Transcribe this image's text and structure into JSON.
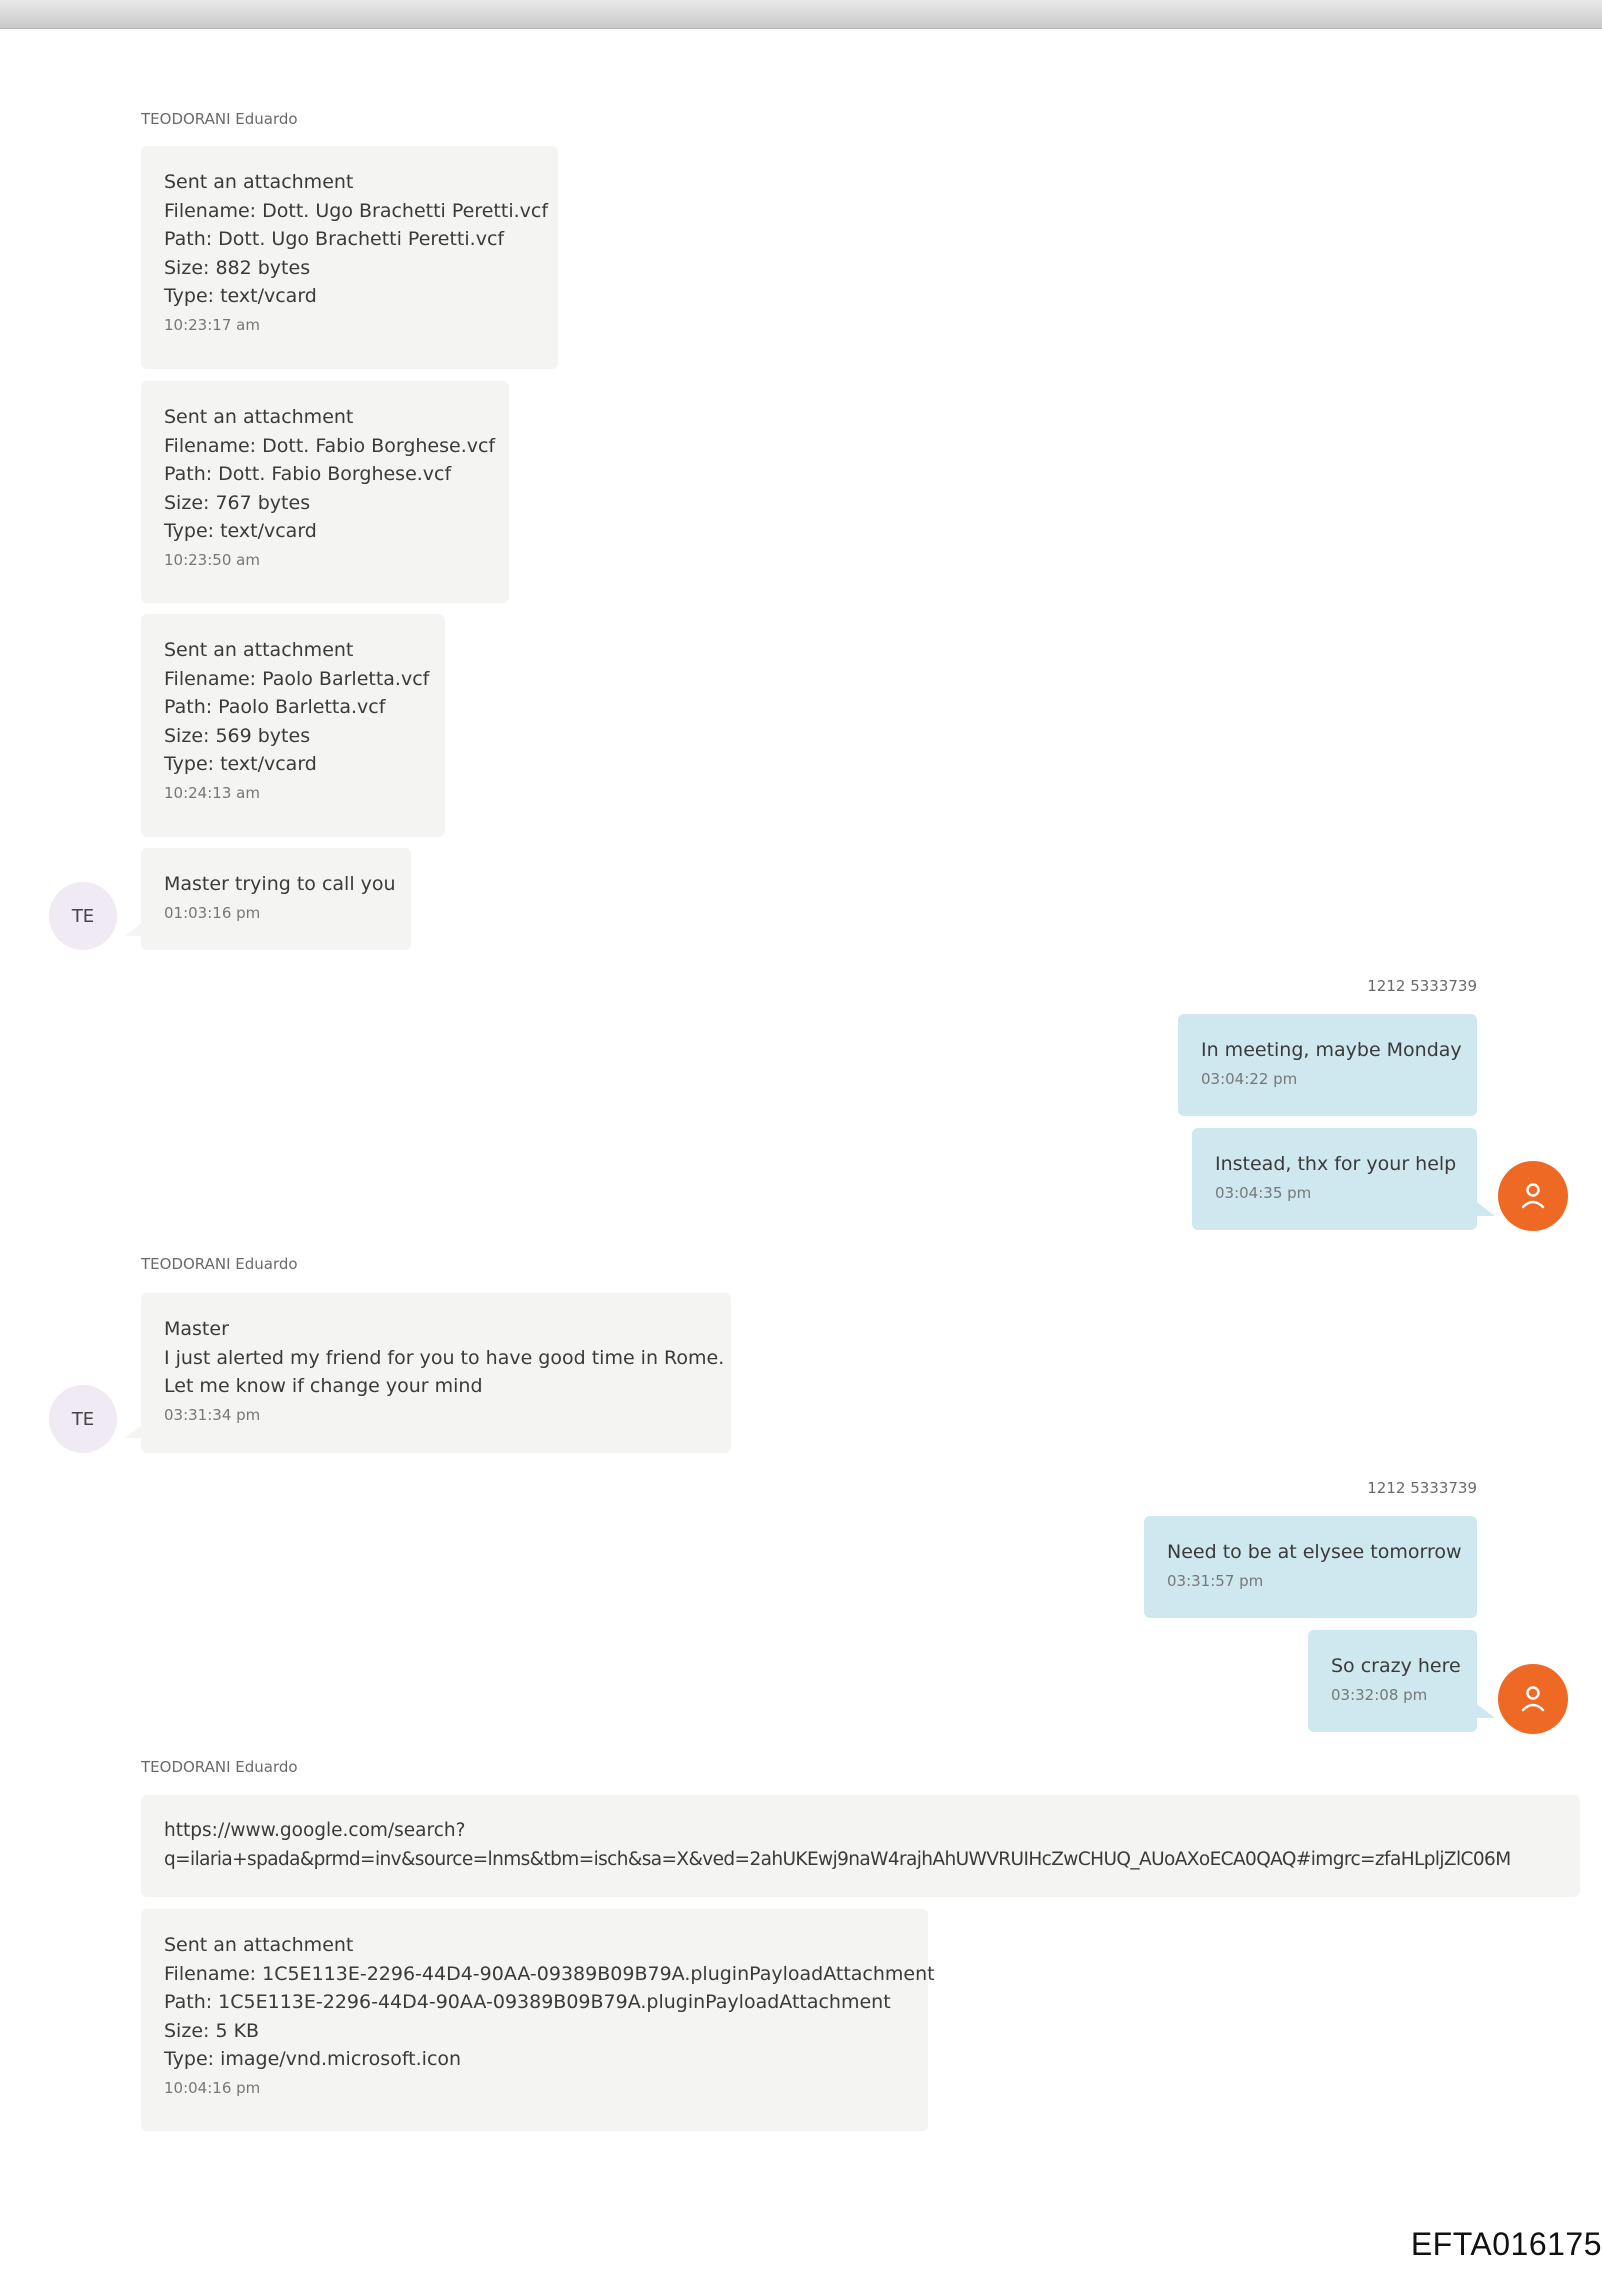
{
  "contact_name": "TEODORANI Eduardo",
  "contact_initials": "TE",
  "own_number": "1212 5333739",
  "messages": [
    {
      "lines": [
        "Sent an attachment",
        "Filename: Dott. Ugo Brachetti Peretti.vcf",
        "Path: Dott. Ugo Brachetti Peretti.vcf",
        "Size: 882 bytes",
        "Type: text/vcard"
      ],
      "time": "10:23:17 am"
    },
    {
      "lines": [
        "Sent an attachment",
        "Filename: Dott. Fabio Borghese.vcf",
        "Path: Dott. Fabio Borghese.vcf",
        "Size: 767 bytes",
        "Type: text/vcard"
      ],
      "time": "10:23:50 am"
    },
    {
      "lines": [
        "Sent an attachment",
        "Filename: Paolo Barletta.vcf",
        "Path: Paolo Barletta.vcf",
        "Size: 569 bytes",
        "Type: text/vcard"
      ],
      "time": "10:24:13 am"
    },
    {
      "lines": [
        "Master trying to call you"
      ],
      "time": "01:03:16 pm"
    },
    {
      "lines": [
        "In meeting, maybe Monday"
      ],
      "time": "03:04:22 pm"
    },
    {
      "lines": [
        "Instead, thx for your help"
      ],
      "time": "03:04:35 pm"
    },
    {
      "lines": [
        "Master",
        "I just alerted my friend for you to have good time in Rome.",
        "Let me know if change your mind"
      ],
      "time": "03:31:34 pm"
    },
    {
      "lines": [
        "Need to be at elysee tomorrow"
      ],
      "time": "03:31:57 pm"
    },
    {
      "lines": [
        "So crazy here"
      ],
      "time": "03:32:08 pm"
    },
    {
      "lines": [
        "https://www.google.com/search?",
        "q=ilaria+spada&prmd=inv&source=lnms&tbm=isch&sa=X&ved=2ahUKEwj9naW4rajhAhUWVRUIHcZwCHUQ_AUoAXoECA0QAQ#imgrc=zfaHLpljZlC06M"
      ],
      "time": ""
    },
    {
      "lines": [
        "Sent an attachment",
        "Filename: 1C5E113E-2296-44D4-90AA-09389B09B79A.pluginPayloadAttachment",
        "Path: 1C5E113E-2296-44D4-90AA-09389B09B79A.pluginPayloadAttachment",
        "Size: 5 KB",
        "Type: image/vnd.microsoft.icon"
      ],
      "time": "10:04:16 pm"
    }
  ],
  "footer_id": "EFTA016175",
  "colors": {
    "incoming_bubble": "#f4f4f3",
    "outgoing_bubble": "#cfe8ef",
    "own_avatar": "#ee6a24",
    "contact_avatar": "#efeaf4"
  }
}
